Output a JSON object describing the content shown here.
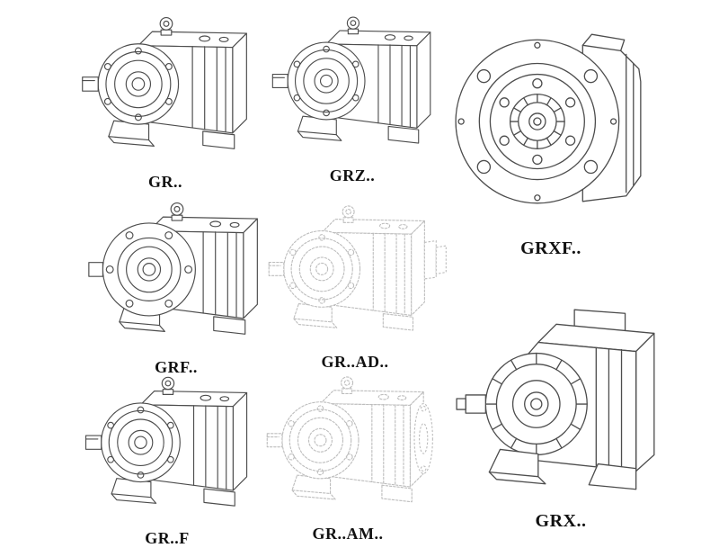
{
  "palette": {
    "line": "#4d4d4d",
    "ghost-line": "#bdbdbd",
    "label": "#111111",
    "background": "#ffffff"
  },
  "figures": [
    {
      "id": "gr",
      "label": "GR..",
      "style": "solid"
    },
    {
      "id": "grz",
      "label": "GRZ..",
      "style": "solid"
    },
    {
      "id": "grxf",
      "label": "GRXF..",
      "style": "solid"
    },
    {
      "id": "grf",
      "label": "GRF..",
      "style": "solid"
    },
    {
      "id": "gr-ad",
      "label": "GR..AD..",
      "style": "ghost"
    },
    {
      "id": "gr-f",
      "label": "GR..F",
      "style": "solid"
    },
    {
      "id": "gr-am",
      "label": "GR..AM..",
      "style": "ghost"
    },
    {
      "id": "grx",
      "label": "GRX..",
      "style": "solid"
    }
  ]
}
